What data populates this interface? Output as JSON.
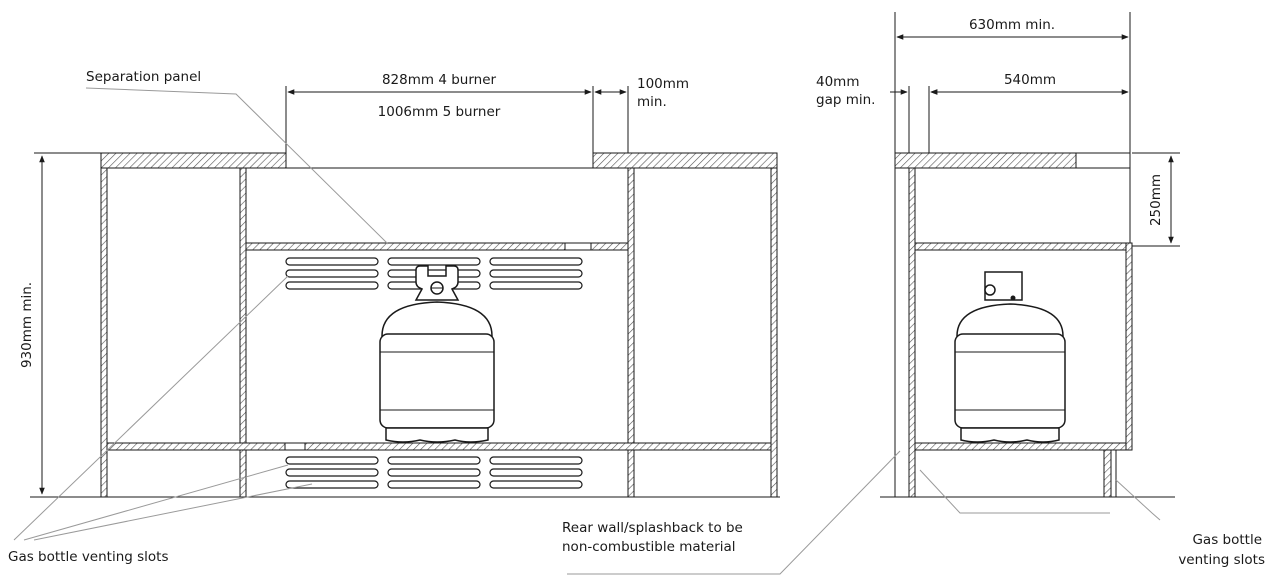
{
  "front_view": {
    "separation_panel_label": "Separation panel",
    "width_4_burner": "828mm 4 burner",
    "width_5_burner": "1006mm 5 burner",
    "side_gap_line1": "100mm",
    "side_gap_line2": "min.",
    "height_label": "930mm min.",
    "venting_label": "Gas bottle venting slots"
  },
  "side_view": {
    "depth_label": "630mm min.",
    "rear_gap_line1": "40mm",
    "rear_gap_line2": "gap min.",
    "inner_depth_label": "540mm",
    "cabinet_height_label": "250mm",
    "venting_line1": "Gas bottle",
    "venting_line2": "venting slots"
  },
  "rear_wall": {
    "line1": "Rear wall/splashback to be",
    "line2": "non-combustible material"
  }
}
